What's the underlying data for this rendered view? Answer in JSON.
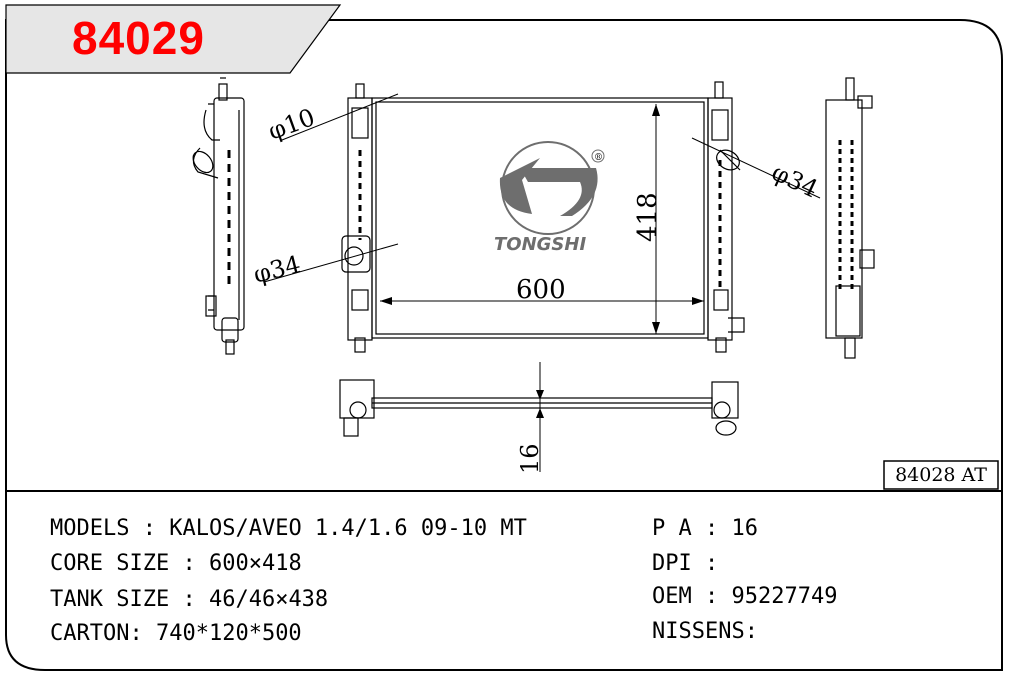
{
  "part_number": "84029",
  "reference": "84028 AT",
  "brand": {
    "name": "TONGSHI",
    "registered": "®"
  },
  "dimensions": {
    "hole_small": "φ10",
    "inlet_left": "φ34",
    "inlet_right": "φ34",
    "width": "600",
    "height": "418",
    "thickness": "16"
  },
  "specs_left": [
    {
      "label": "MODELS",
      "sep": " : ",
      "value": "KALOS/AVEO 1.4/1.6 09-10 MT"
    },
    {
      "label": "CORE SIZE",
      "sep": " : ",
      "value": "600×418"
    },
    {
      "label": "TANK SIZE",
      "sep": " : ",
      "value": "46/46×438"
    },
    {
      "label": "CARTON",
      "sep": ": ",
      "value": "740*120*500"
    }
  ],
  "specs_right": [
    {
      "label": "P A",
      "sep": " : ",
      "value": "16"
    },
    {
      "label": "DPI",
      "sep": " :",
      "value": ""
    },
    {
      "label": "OEM",
      "sep": " : ",
      "value": "95227749"
    },
    {
      "label": "NISSENS",
      "sep": ":",
      "value": ""
    }
  ],
  "colors": {
    "part_number": "#ff0000",
    "label_bg": "#e6e6e6",
    "line": "#000000",
    "logo": "#6e6e6e"
  }
}
